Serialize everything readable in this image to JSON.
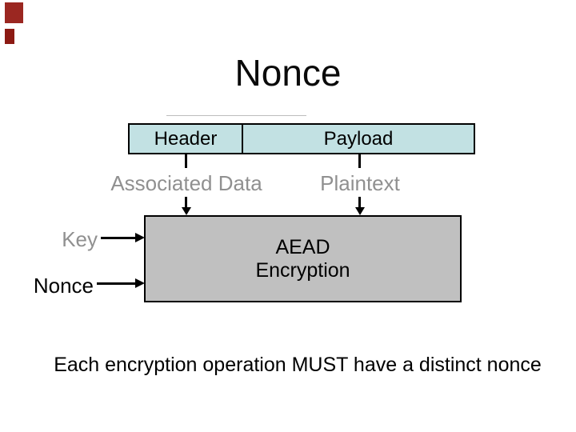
{
  "slide": {
    "title": "Nonce",
    "packet_bar": {
      "cells": [
        {
          "label": "Header"
        },
        {
          "label": "Payload"
        }
      ]
    },
    "flow_labels": {
      "associated_data": "Associated Data",
      "plaintext": "Plaintext"
    },
    "process_box": {
      "line1": "AEAD",
      "line2": "Encryption"
    },
    "inputs": [
      {
        "label": "Key"
      },
      {
        "label": "Nonce"
      }
    ],
    "footer": "Each encryption operation MUST have a distinct nonce",
    "colors": {
      "bar_fill": "#c2e1e3",
      "process_box_fill": "#c0c0c0",
      "muted_text": "#909090",
      "line_black": "#000000",
      "decor_red_large": "#9b2721",
      "decor_red_small": "#8c1a13",
      "background": "#ffffff"
    }
  }
}
